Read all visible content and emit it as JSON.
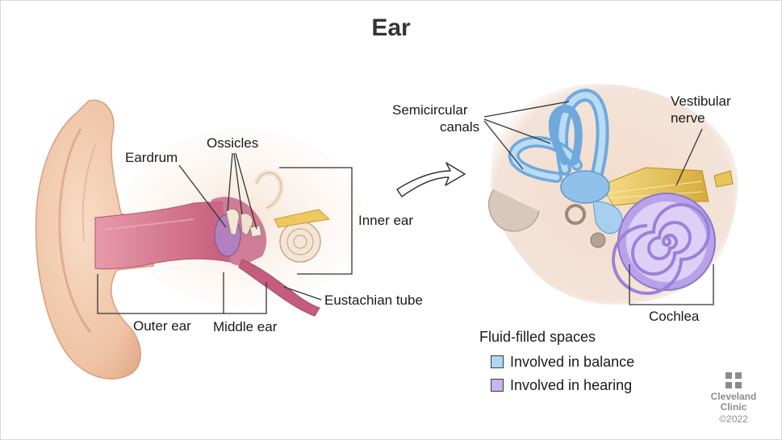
{
  "title": "Ear",
  "labels": {
    "eardrum": "Eardrum",
    "ossicles": "Ossicles",
    "inner_ear": "Inner ear",
    "eustachian_tube": "Eustachian tube",
    "outer_ear": "Outer ear",
    "middle_ear": "Middle ear",
    "semicircular_canals_line1": "Semicircular",
    "semicircular_canals_line2": "canals",
    "vestibular_nerve_line1": "Vestibular",
    "vestibular_nerve_line2": "nerve",
    "cochlea": "Cochlea"
  },
  "legend": {
    "title": "Fluid-filled spaces",
    "items": [
      {
        "label": "Involved in balance",
        "color": "#aed8f2"
      },
      {
        "label": "Involved in hearing",
        "color": "#c9b4ee"
      }
    ]
  },
  "logo": {
    "line1": "Cleveland",
    "line2": "Clinic",
    "copyright": "©2022"
  },
  "colors": {
    "skin": "#f2cdb3",
    "canal": "#d77890",
    "balance_fluid": "#7fb9ea",
    "hearing_fluid": "#b9a2ea",
    "nerve": "#e7c55a"
  }
}
